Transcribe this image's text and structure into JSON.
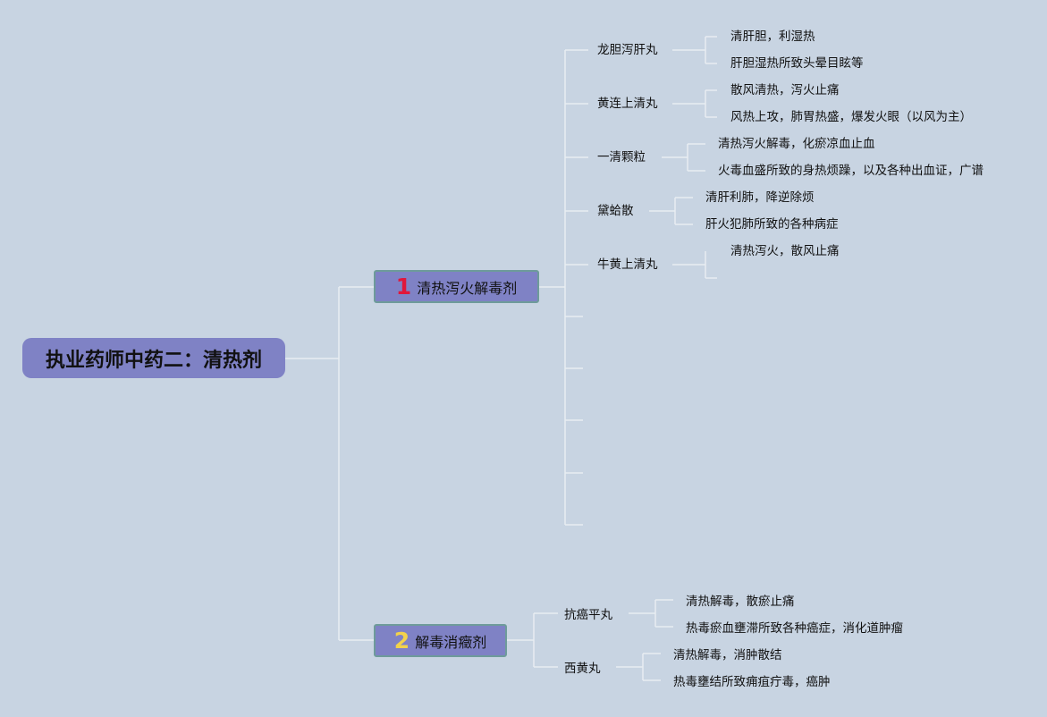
{
  "root": {
    "title": "执业药师中药二：清热剂"
  },
  "branches": [
    {
      "number": "1",
      "title": "清热泻火解毒剂",
      "items": [
        {
          "name": "龙胆泻肝丸",
          "details": [
            "清肝胆，利湿热",
            "肝胆湿热所致头晕目眩等"
          ]
        },
        {
          "name": "黄连上清丸",
          "details": [
            "散风清热，泻火止痛",
            "风热上攻，肺胃热盛，爆发火眼（以风为主）"
          ]
        },
        {
          "name": "一清颗粒",
          "details": [
            "清热泻火解毒，化瘀凉血止血",
            "火毒血盛所致的身热烦躁，以及各种出血证，广谱"
          ]
        },
        {
          "name": "黛蛤散",
          "details": [
            "清肝利肺，降逆除烦",
            "肝火犯肺所致的各种病症"
          ]
        },
        {
          "name": "牛黄上清丸",
          "details": [
            "清热泻火，散风止痛"
          ]
        }
      ]
    },
    {
      "number": "2",
      "title": "解毒消癥剂",
      "items": [
        {
          "name": "抗癌平丸",
          "details": [
            "清热解毒，散瘀止痛",
            "热毒瘀血壅滞所致各种癌症，消化道肿瘤"
          ]
        },
        {
          "name": "西黄丸",
          "details": [
            "清热解毒，消肿散结",
            "热毒壅结所致痈疽疔毒，癌肿"
          ]
        }
      ]
    }
  ],
  "colors": {
    "background": "#c8d4e2",
    "node_fill": "#7f82c5",
    "node_border": "#6e9b9a",
    "line": "#e8edf2",
    "number_1": "#e0173b",
    "number_2": "#f2d24b"
  }
}
